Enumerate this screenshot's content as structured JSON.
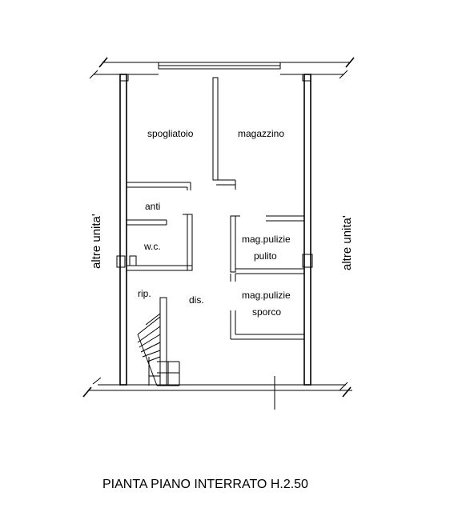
{
  "rooms": {
    "spogliatoio": "spogliatoio",
    "magazzino": "magazzino",
    "anti": "anti",
    "wc": "w.c.",
    "mag_pulizie_pulito_1": "mag.pulizie",
    "mag_pulizie_pulito_2": "pulito",
    "rip": "rip.",
    "dis": "dis.",
    "mag_pulizie_sporco_1": "mag.pulizie",
    "mag_pulizie_sporco_2": "sporco"
  },
  "neighbors": {
    "left": "altre unita'",
    "right": "altre unita'"
  },
  "title": "PIANTA PIANO INTERRATO H.2.50"
}
